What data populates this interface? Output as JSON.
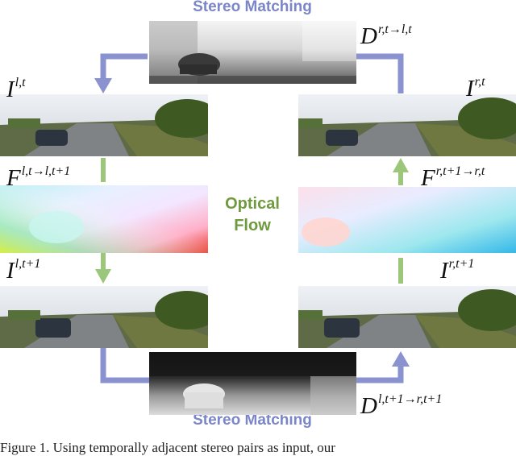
{
  "top_label": "Stereo Matching",
  "bottom_label": "Stereo Matching",
  "center_label_line1": "Optical",
  "center_label_line2": "Flow",
  "labels": {
    "d_top": {
      "base": "D",
      "sup": "r,t→l,t"
    },
    "i_lt": {
      "base": "I",
      "sup": "l,t"
    },
    "i_rt": {
      "base": "I",
      "sup": "r,t"
    },
    "f_left": {
      "base": "F",
      "sup": "l,t→l,t+1"
    },
    "f_right": {
      "base": "F",
      "sup": "r,t+1→r,t"
    },
    "i_lt1": {
      "base": "I",
      "sup": "l,t+1"
    },
    "i_rt1": {
      "base": "I",
      "sup": "r,t+1"
    },
    "d_bottom": {
      "base": "D",
      "sup": "l,t+1→r,t+1"
    }
  },
  "caption": "Figure 1. Using temporally adjacent stereo pairs as input, our",
  "colors": {
    "stereo_arrow": "#8a93d0",
    "flow_arrow": "#9cc77a",
    "stereo_text": "#7b86c8",
    "flow_text": "#6f9a3e"
  }
}
